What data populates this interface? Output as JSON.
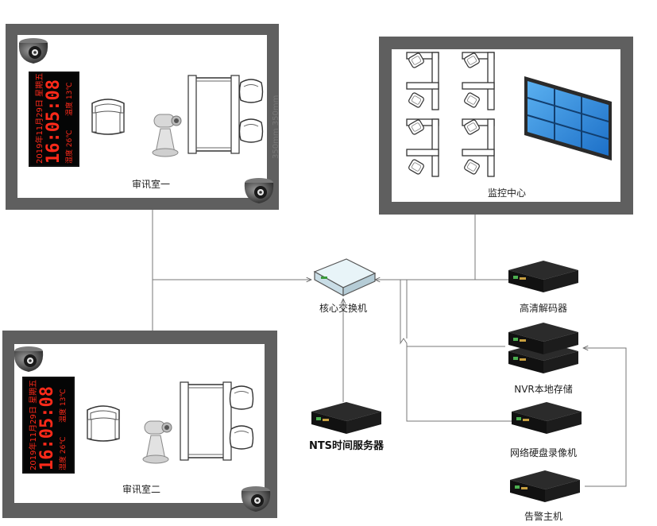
{
  "rooms": {
    "interrogation_1": {
      "label": "审讯室一"
    },
    "interrogation_2": {
      "label": "审讯室二"
    },
    "monitor_center": {
      "label": "监控中心"
    }
  },
  "clock": {
    "date_text": "2019年11月29日 星期五",
    "time_text": "16:05:08",
    "humidity_text": "湿度 26℃",
    "temp_text": "温度 13℃"
  },
  "dimension_text": "350mm 350mm",
  "devices": {
    "core_switch": {
      "label": "核心交换机"
    },
    "hd_decoder": {
      "label": "高清解码器"
    },
    "nvr_storage": {
      "label": "NVR本地存储"
    },
    "network_recorder": {
      "label": "网络硬盘录像机"
    },
    "alarm_host": {
      "label": "告警主机"
    },
    "nts_server": {
      "label": "NTS时间服务器"
    }
  }
}
